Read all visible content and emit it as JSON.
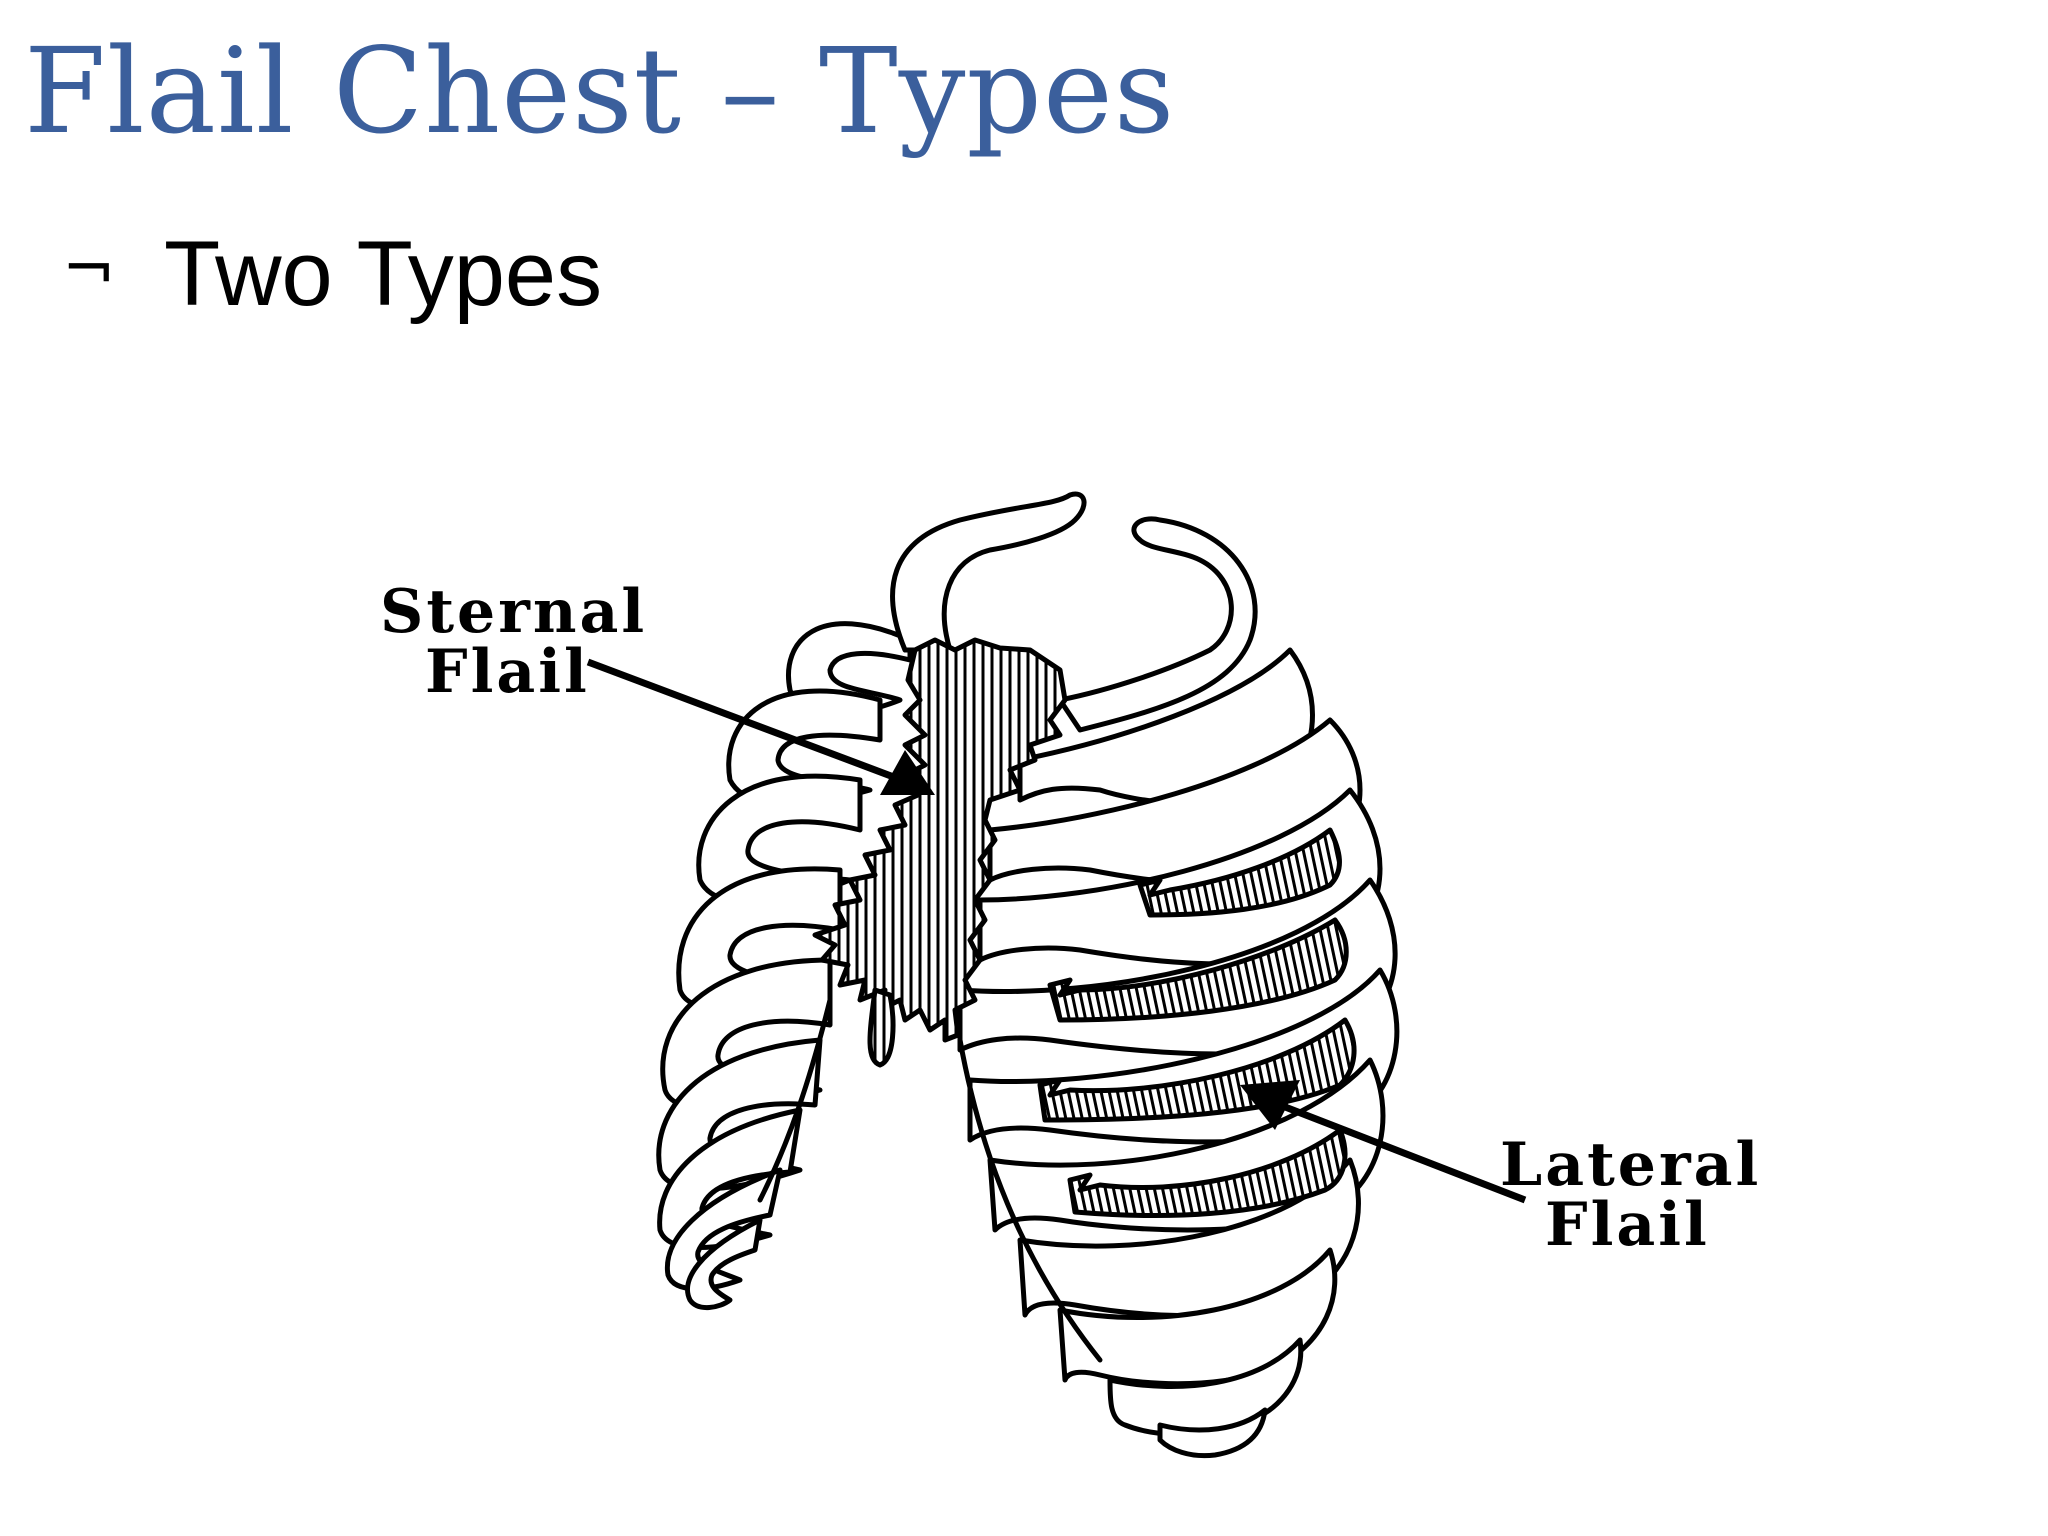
{
  "slide": {
    "title": "Flail Chest – Types",
    "bullet_icon": "negation-sign-bullet",
    "bullet_symbol": "¬",
    "bullet_text": "Two Types"
  },
  "figure": {
    "labels": {
      "sternal_line1": "Sternal",
      "sternal_line2": "Flail",
      "lateral_line1": "Lateral",
      "lateral_line2": "Flail"
    }
  }
}
